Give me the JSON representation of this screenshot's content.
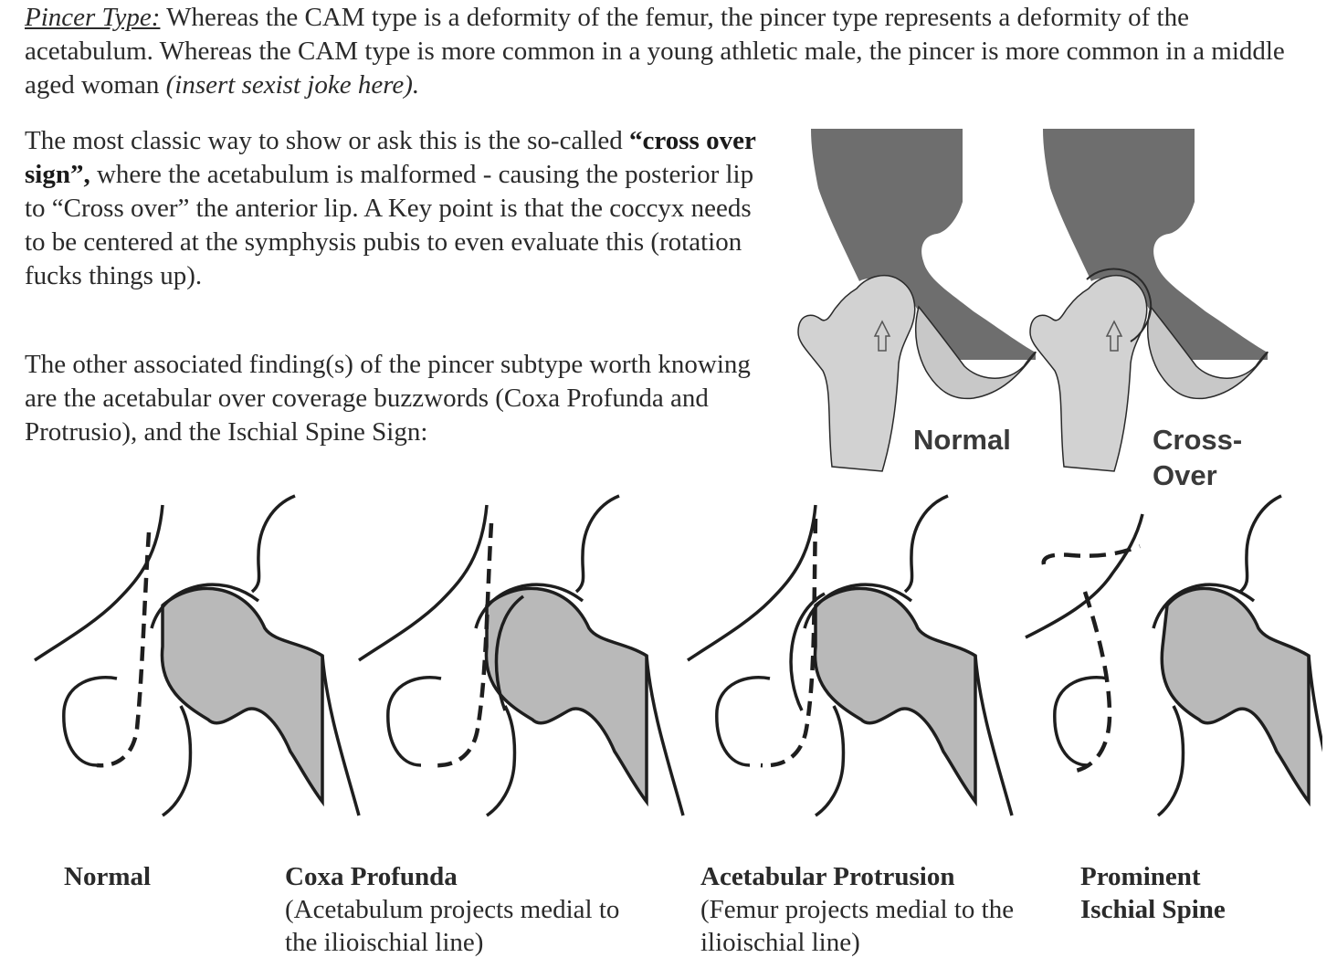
{
  "intro": {
    "label": "Pincer Type:",
    "text": " Whereas the CAM type is a deformity of the femur, the pincer type represents a deformity of the acetabulum.  Whereas the CAM type is more common in a young athletic male, the pincer is more common in a middle aged woman ",
    "aside": "(insert sexist joke here)."
  },
  "cross_over": {
    "text_before": "The most classic way to show or ask this is the so-called ",
    "bold": "“cross over sign”,",
    "text_after": " where the acetabulum is malformed - causing the posterior lip to “Cross over” the anterior lip.  A Key point is that the coccyx needs to be centered at the symphysis pubis to even evaluate this (rotation fucks things up)."
  },
  "other_findings": {
    "text": "The other associated finding(s) of the pincer subtype worth knowing are the acetabular over coverage buzzwords (Coxa Profunda and Protrusio), and the Ischial Spine Sign:"
  },
  "hip_figure": {
    "normal_label": "Normal",
    "crossover_label_line1": "Cross-",
    "crossover_label_line2": "Over"
  },
  "captions": [
    {
      "title": "Normal",
      "subtitle_line1": "",
      "subtitle_line2": ""
    },
    {
      "title": "Coxa Profunda",
      "subtitle_line1": "(Acetabulum projects medial to",
      "subtitle_line2": "the ilioischial line)"
    },
    {
      "title": "Acetabular Protrusion",
      "subtitle_line1": "(Femur projects medial to the",
      "subtitle_line2": "ilioischial line)"
    },
    {
      "title_line1": "Prominent",
      "title_line2": "Ischial Spine"
    }
  ],
  "colors": {
    "ilium_fill": "#6e6e6e",
    "femur_fill": "#d2d2d2",
    "head_fill": "#b9b9b9",
    "line": "#1e1e1e"
  }
}
